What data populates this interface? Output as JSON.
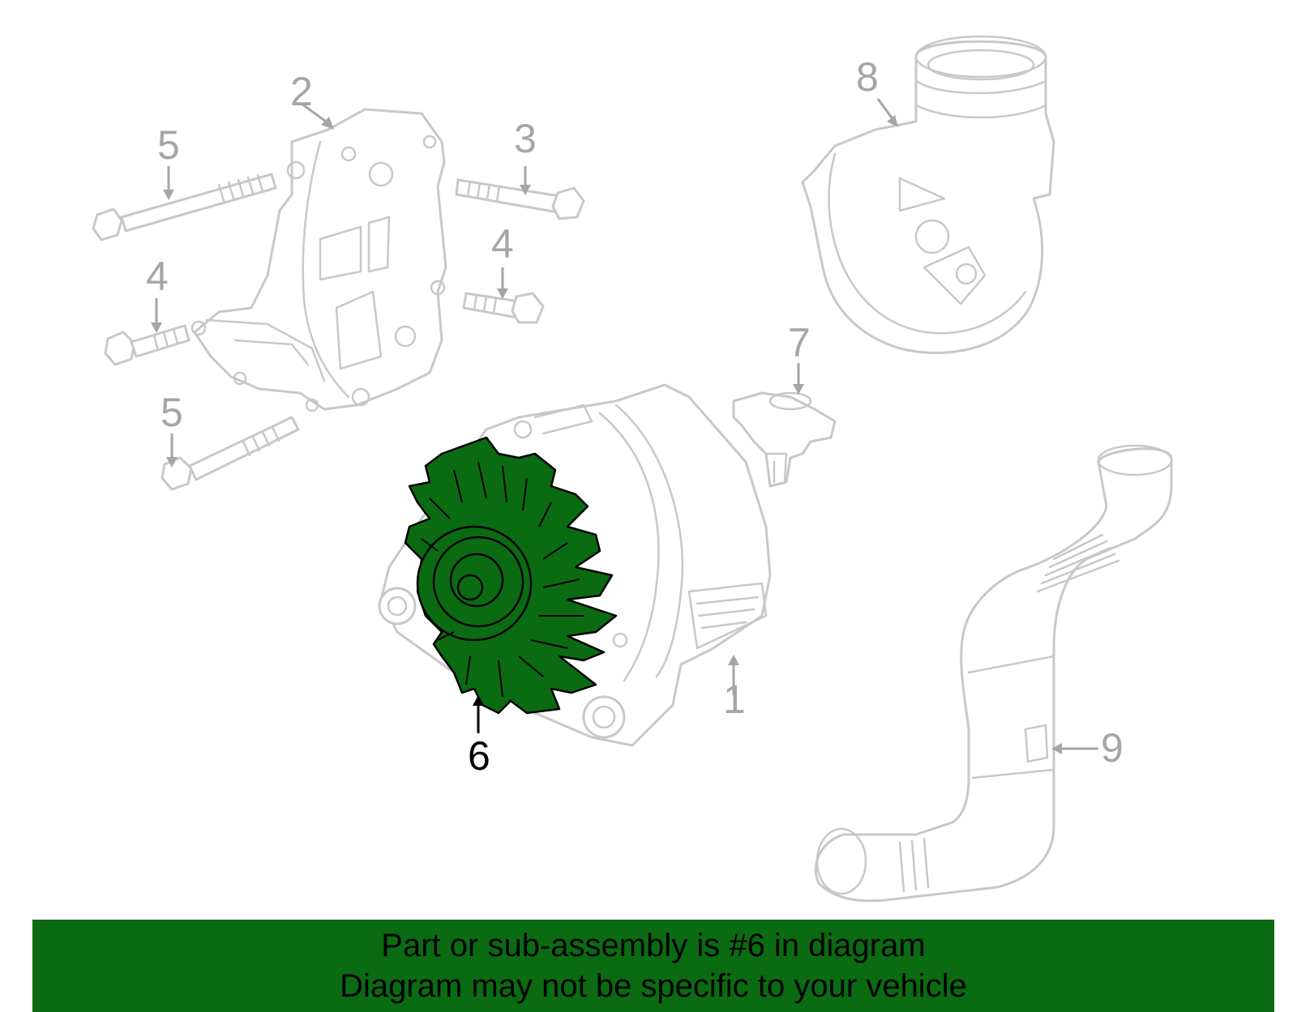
{
  "callouts": {
    "c1": "1",
    "c2": "2",
    "c3": "3",
    "c4a": "4",
    "c4b": "4",
    "c5a": "5",
    "c5b": "5",
    "c6": "6",
    "c7": "7",
    "c8": "8",
    "c9": "9"
  },
  "highlight": {
    "part_number": "6",
    "color": "#0b6b12"
  },
  "banner": {
    "line1": "Part or sub-assembly is #6 in diagram",
    "line2": "Diagram may not be specific to your vehicle"
  }
}
